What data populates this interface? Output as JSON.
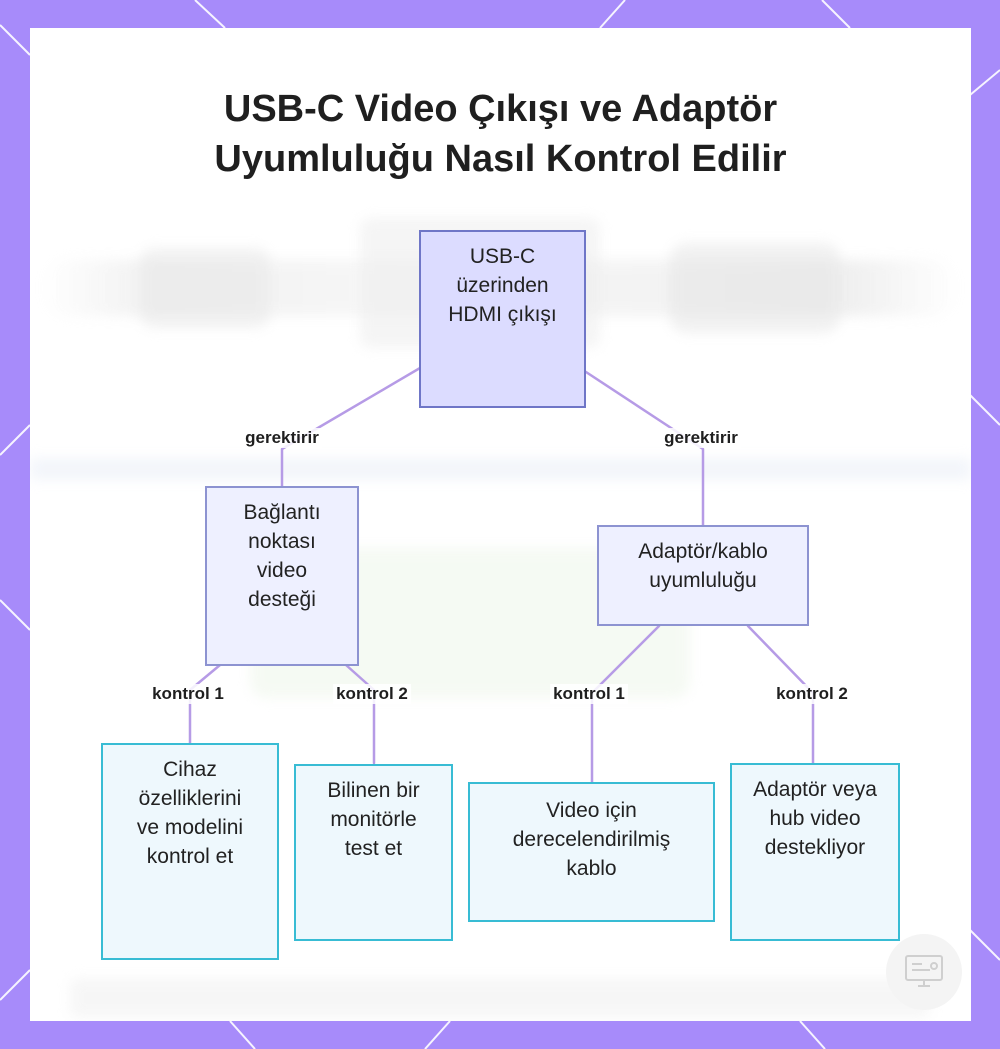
{
  "title": {
    "line1": "USB-C Video Çıkışı ve Adaptör",
    "line2": "Uyumluluğu Nasıl Kontrol Edilir"
  },
  "nodes": {
    "root": "USB-C üzerinden HDMI çıkışı",
    "port_support": "Bağlantı noktası video desteği",
    "adapter_compat": "Adaptör/kablo uyumluluğu",
    "check_specs": "Cihaz özelliklerini ve modelini kontrol et",
    "test_monitor": "Bilinen bir monitörle test et",
    "rated_cable": "Video için derecelendirilmiş kablo",
    "hub_support": "Adaptör veya hub video destekliyor"
  },
  "edges": {
    "requires_left": "gerektirir",
    "requires_right": "gerektirir",
    "check1_left": "kontrol 1",
    "check2_left": "kontrol 2",
    "check1_right": "kontrol 1",
    "check2_right": "kontrol 2"
  },
  "colors": {
    "frame": "#a78bfa",
    "root_fill": "#dcdcff",
    "root_border": "#6f76c7",
    "leaf_border": "#38bcd4",
    "connector": "#b69be6"
  },
  "icons": {
    "watermark": "monitor-icon"
  }
}
